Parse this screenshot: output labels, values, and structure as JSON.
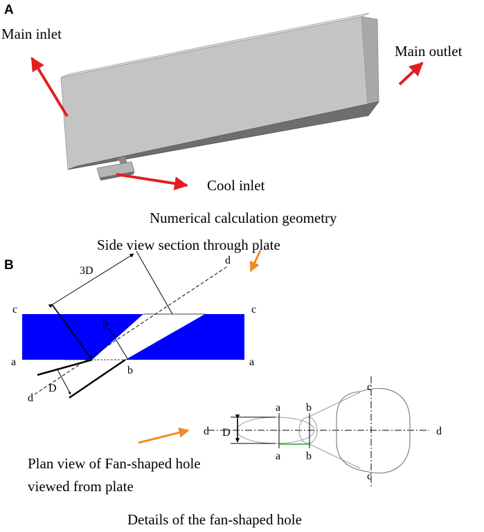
{
  "panel_a": {
    "letter": "A",
    "labels": {
      "main_inlet": "Main inlet",
      "main_outlet": "Main outlet",
      "cool_inlet": "Cool inlet"
    },
    "caption": "Numerical calculation geometry"
  },
  "panel_b": {
    "letter": "B",
    "side_view": {
      "title": "Side view section through plate",
      "labels": {
        "c_left": "c",
        "c_right": "c",
        "a_left": "a",
        "a_right": "a",
        "b_top": "b",
        "b_bottom": "b",
        "d_top": "d",
        "d_bottom": "d",
        "length_3d": "3D",
        "diameter": "D"
      }
    },
    "plan_view": {
      "caption_line1": "Plan view of Fan-shaped hole",
      "caption_line2": "viewed from plate",
      "labels": {
        "a_top": "a",
        "a_bottom": "a",
        "b_top": "b",
        "b_bottom": "b",
        "c_top": "c",
        "c_bottom": "c",
        "d_left": "d",
        "d_right": "d",
        "diameter": "D"
      }
    },
    "caption": "Details of the fan-shaped hole"
  },
  "colors": {
    "plate_blue": "#0000ff",
    "arrow_red": "#e02020",
    "arrow_orange": "#f08a24",
    "block_gray": "#c4c4c4"
  }
}
